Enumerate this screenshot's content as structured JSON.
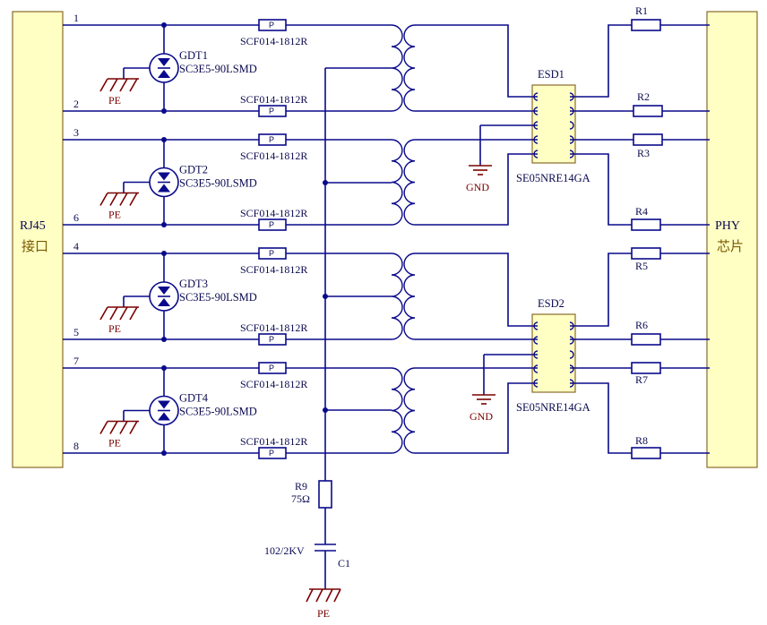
{
  "connector_left": {
    "line1": "RJ45",
    "line2": "接口"
  },
  "connector_right": {
    "line1": "PHY",
    "line2": "芯片"
  },
  "pins": [
    "1",
    "2",
    "3",
    "6",
    "4",
    "5",
    "7",
    "8"
  ],
  "resistor_p_label": "P",
  "scf_label": "SCF014-1812R",
  "gdt_part": "SC3E5-90LSMD",
  "gdts": [
    "GDT1",
    "GDT2",
    "GDT3",
    "GDT4"
  ],
  "pe_label": "PE",
  "gnd_label": "GND",
  "esd": [
    {
      "name": "ESD1",
      "part": "SE05NRE14GA"
    },
    {
      "name": "ESD2",
      "part": "SE05NRE14GA"
    }
  ],
  "resistors": [
    "R1",
    "R2",
    "R3",
    "R4",
    "R5",
    "R6",
    "R7",
    "R8"
  ],
  "r9": {
    "name": "R9",
    "value": "75Ω"
  },
  "c1": {
    "name": "C1",
    "value": "102/2KV"
  }
}
